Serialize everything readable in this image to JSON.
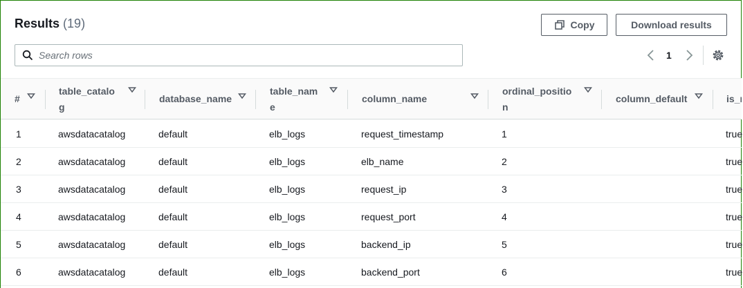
{
  "header": {
    "title": "Results",
    "count": "(19)"
  },
  "toolbar": {
    "copy_label": "Copy",
    "download_label": "Download results"
  },
  "search": {
    "placeholder": "Search rows"
  },
  "pagination": {
    "current_page": "1"
  },
  "columns": [
    {
      "line1": "#",
      "line2": ""
    },
    {
      "line1": "table_catalo",
      "line2": "g"
    },
    {
      "line1": "database_name",
      "line2": ""
    },
    {
      "line1": "table_nam",
      "line2": "e"
    },
    {
      "line1": "column_name",
      "line2": ""
    },
    {
      "line1": "ordinal_positio",
      "line2": "n"
    },
    {
      "line1": "column_default",
      "line2": ""
    },
    {
      "line1": "is_n",
      "line2": ""
    }
  ],
  "rows": [
    [
      "1",
      "awsdatacatalog",
      "default",
      "elb_logs",
      "request_timestamp",
      "1",
      "",
      "true"
    ],
    [
      "2",
      "awsdatacatalog",
      "default",
      "elb_logs",
      "elb_name",
      "2",
      "",
      "true"
    ],
    [
      "3",
      "awsdatacatalog",
      "default",
      "elb_logs",
      "request_ip",
      "3",
      "",
      "true"
    ],
    [
      "4",
      "awsdatacatalog",
      "default",
      "elb_logs",
      "request_port",
      "4",
      "",
      "true"
    ],
    [
      "5",
      "awsdatacatalog",
      "default",
      "elb_logs",
      "backend_ip",
      "5",
      "",
      "true"
    ],
    [
      "6",
      "awsdatacatalog",
      "default",
      "elb_logs",
      "backend_port",
      "6",
      "",
      "true"
    ]
  ]
}
